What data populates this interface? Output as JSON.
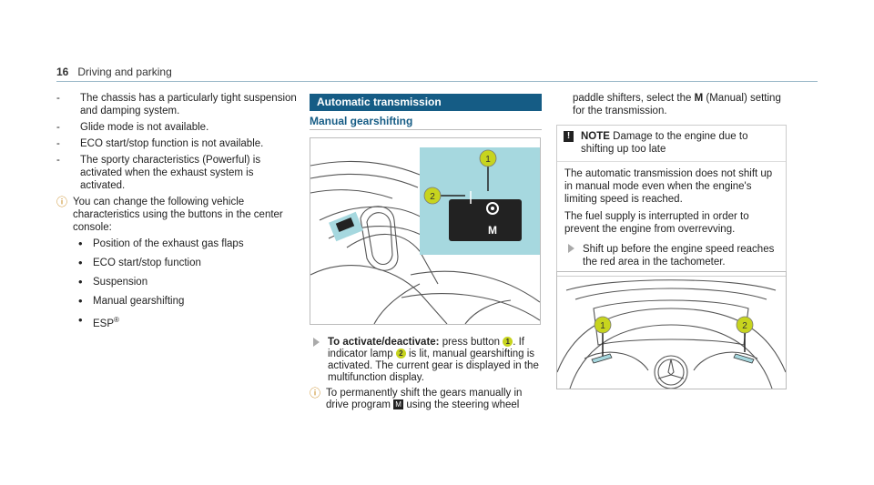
{
  "header": {
    "page_number": "16",
    "section": "Driving and parking"
  },
  "left_column": {
    "dash_items": [
      "The chassis has a particularly tight suspension and damping system.",
      "Glide mode is not available.",
      "ECO start/stop function is not available.",
      "The sporty characteristics (Powerful) is activated when the exhaust system is activated."
    ],
    "note": "You can change the following vehicle characteristics using the buttons in the center console:",
    "bullets": [
      "Position of the exhaust gas flaps",
      "ECO start/stop function",
      "Suspension",
      "Manual gearshifting",
      "ESP"
    ],
    "esp_sup": "®"
  },
  "middle_column": {
    "section_title": "Automatic transmission",
    "subsection_title": "Manual gearshifting",
    "step_bold": "To activate/deactivate:",
    "step_text_1": " press button ",
    "step_text_2": ". If indicator lamp ",
    "step_text_3": " is lit, manual gearshifting is activated. The current gear is displayed in the multifunction display.",
    "note_text_1": "To permanently shift the gears manually in drive program ",
    "note_text_2": " using the steering wheel",
    "program_symbol": "M",
    "callout_1": "1",
    "callout_2": "2"
  },
  "right_column": {
    "intro_text_1": "paddle shifters, select the ",
    "intro_bold": "M",
    "intro_text_2": " (Manual) setting for the transmission.",
    "warning_label": "NOTE",
    "warning_title": " Damage to the engine due to shifting up too late",
    "warning_p1": "The automatic transmission does not shift up in manual mode even when the engine's limiting speed is reached.",
    "warning_p2": "The fuel supply is interrupted in order to prevent the engine from overrevving.",
    "warning_step": "Shift up before the engine speed reaches the red area in the tachometer.",
    "callout_1": "1",
    "callout_2": "2"
  },
  "figure_symbols": {
    "warning_icon": "!",
    "gear_button_letter": "M"
  },
  "colors": {
    "section_bar": "#155c85",
    "callout": "#c7d41e",
    "highlight_panel": "#a6d8df",
    "rule": "#9ab8c8"
  }
}
